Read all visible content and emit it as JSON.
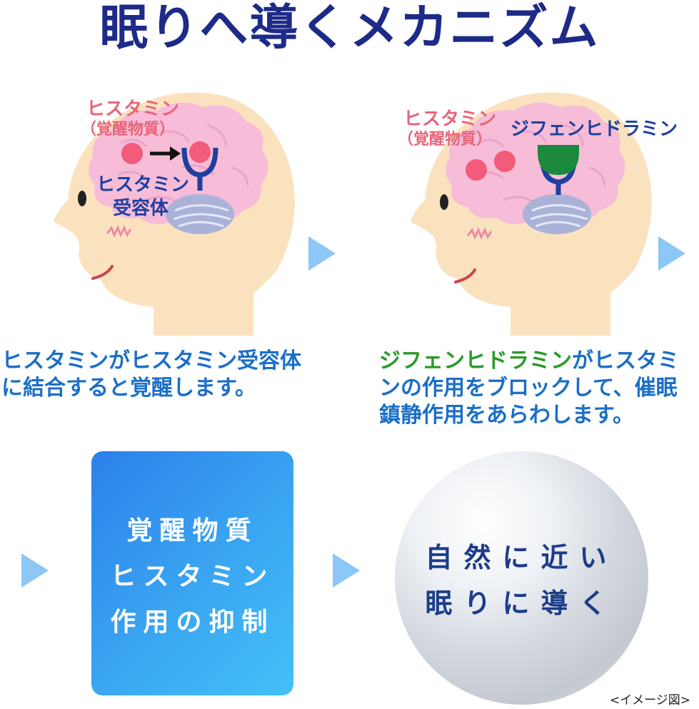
{
  "title": "眠りへ導くメカニズム",
  "panel_left": {
    "label_histamine": "ヒスタミン",
    "label_histamine_sub": "（覚醒物質）",
    "label_receptor_1": "ヒスタミン",
    "label_receptor_2": "受容体",
    "caption_line1": "ヒスタミンがヒスタミン受容体",
    "caption_line2": "に結合すると覚醒します。"
  },
  "panel_right": {
    "label_histamine": "ヒスタミン",
    "label_histamine_sub": "（覚醒物質）",
    "label_drug": "ジフェンヒドラミン",
    "caption_green": "ジフェンヒドラミン",
    "caption_line1_rest": "がヒスタミ",
    "caption_line2": "ンの作用をブロックして、催眠",
    "caption_line3": "鎮静作用をあらわします。"
  },
  "box": {
    "line1": "覚醒物質",
    "line2": "ヒスタミン",
    "line3": "作用の抑制"
  },
  "circle": {
    "line1": "自然に近い",
    "line2": "眠りに導く"
  },
  "note": "<イメージ図>",
  "colors": {
    "title": "#1d2a88",
    "caption_blue": "#1b6fc7",
    "caption_green": "#2a9a2a",
    "histamine_label": "#e8657a",
    "receptor_blue": "#1e3f9e",
    "drug_green": "#1b8a3a",
    "arrow": "#8cc7f5"
  }
}
